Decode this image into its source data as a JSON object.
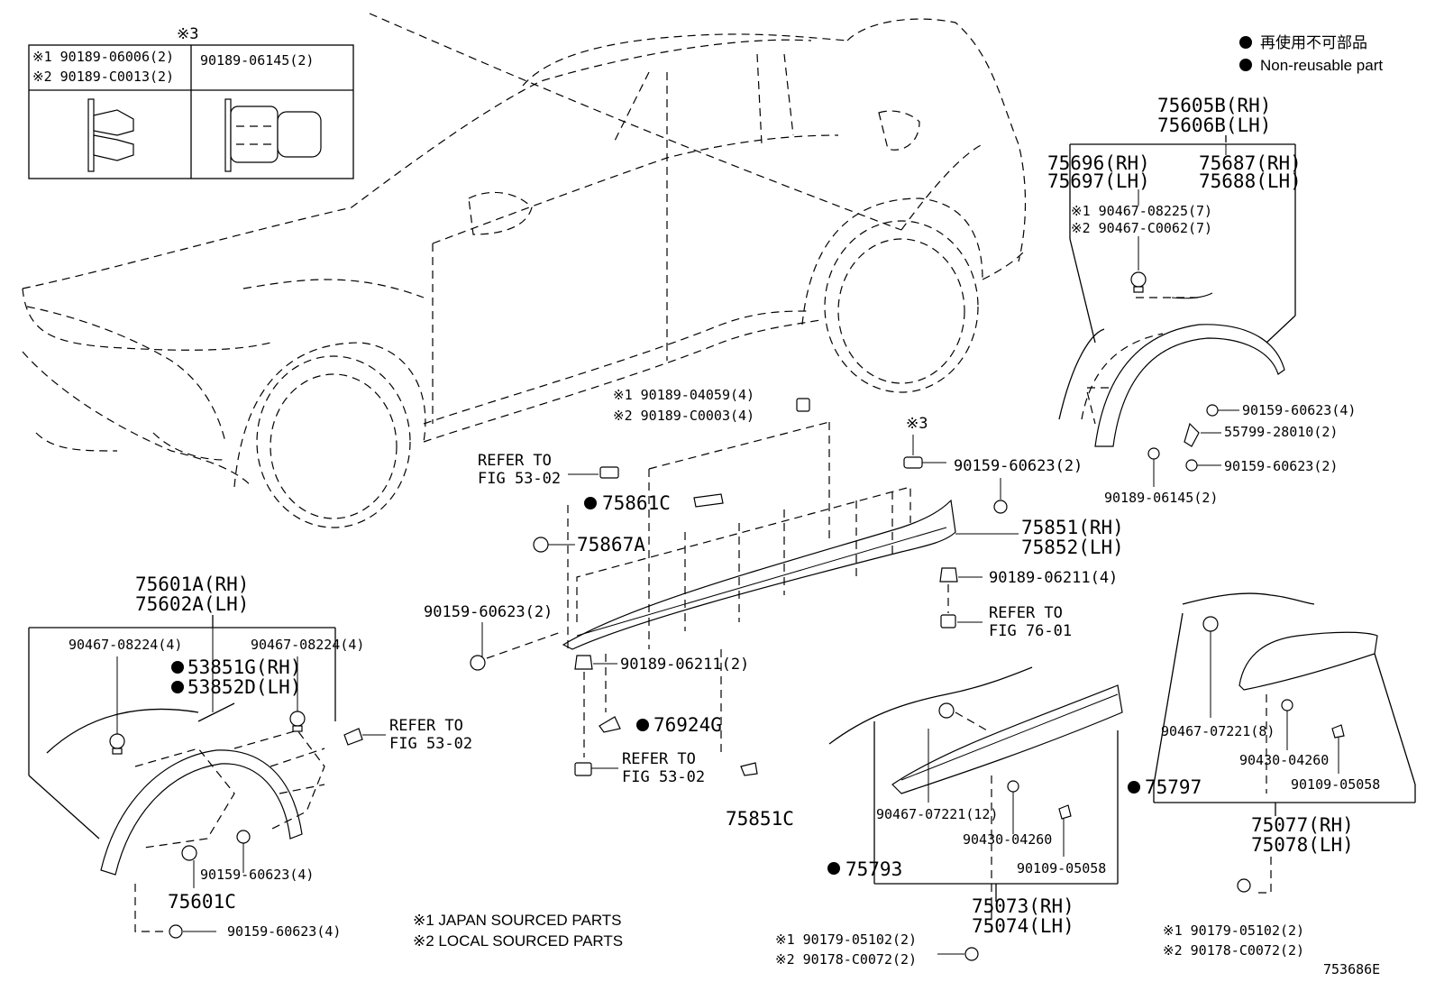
{
  "legend": {
    "line1": "再使用不可部品",
    "line2": "Non-reusable part"
  },
  "inset": {
    "title": "※3",
    "left_line1": "※1 90189-06006(2)",
    "left_line2": "※2 90189-C0013(2)",
    "right": "90189-06145(2)"
  },
  "notes": {
    "note1": "※1 JAPAN SOURCED PARTS",
    "note2": "※2 LOCAL SOURCED PARTS"
  },
  "figure_id": "753686E",
  "rear_arch": {
    "assy_rh": "75605B(RH)",
    "assy_lh": "75606B(LH)",
    "a_rh": "75696(RH)",
    "a_lh": "75697(LH)",
    "b_rh": "75687(RH)",
    "b_lh": "75688(LH)",
    "clip1": "※1 90467-08225(7)",
    "clip2": "※2 90467-C0062(7)",
    "screw1": "90159-60623(4)",
    "screw2": "55799-28010(2)",
    "screw3": "90159-60623(2)",
    "clip3": "90189-06145(2)"
  },
  "rocker": {
    "clip_a1": "※1 90189-04059(4)",
    "clip_a2": "※2 90189-C0003(4)",
    "refer1_l1": "REFER TO",
    "refer1_l2": "FIG 53-02",
    "tape": "75861C",
    "plug": "75867A",
    "mark3": "※3",
    "screw_r": "90159-60623(2)",
    "rh": "75851(RH)",
    "lh": "75852(LH)",
    "clip_r": "90189-06211(4)",
    "refer2_l1": "REFER TO",
    "refer2_l2": "FIG 76-01",
    "screw_l": "90159-60623(2)",
    "clip_b": "90189-06211(2)",
    "pad": "76924G",
    "refer3_l1": "REFER TO",
    "refer3_l2": "FIG 53-02",
    "screw_c": "75851C"
  },
  "front_arch": {
    "rh": "75601A(RH)",
    "lh": "75602A(LH)",
    "clip_l": "90467-08224(4)",
    "clip_r": "90467-08224(4)",
    "seal_rh": "53851G(RH)",
    "seal_lh": "53852D(LH)",
    "refer_l1": "REFER TO",
    "refer_l2": "FIG 53-02",
    "screw1": "90159-60623(4)",
    "clip_c": "75601C",
    "screw2": "90159-60623(4)"
  },
  "front_door": {
    "clip": "90467-07221(12)",
    "washer": "90430-04260",
    "screw": "90109-05058",
    "tape": "75793",
    "rh": "75073(RH)",
    "lh": "75074(LH)",
    "nut1": "※1 90179-05102(2)",
    "nut2": "※2 90178-C0072(2)"
  },
  "rear_door": {
    "clip": "90467-07221(8)",
    "washer": "90430-04260",
    "screw": "90109-05058",
    "tape": "75797",
    "rh": "75077(RH)",
    "lh": "75078(LH)",
    "nut1": "※1 90179-05102(2)",
    "nut2": "※2 90178-C0072(2)"
  }
}
